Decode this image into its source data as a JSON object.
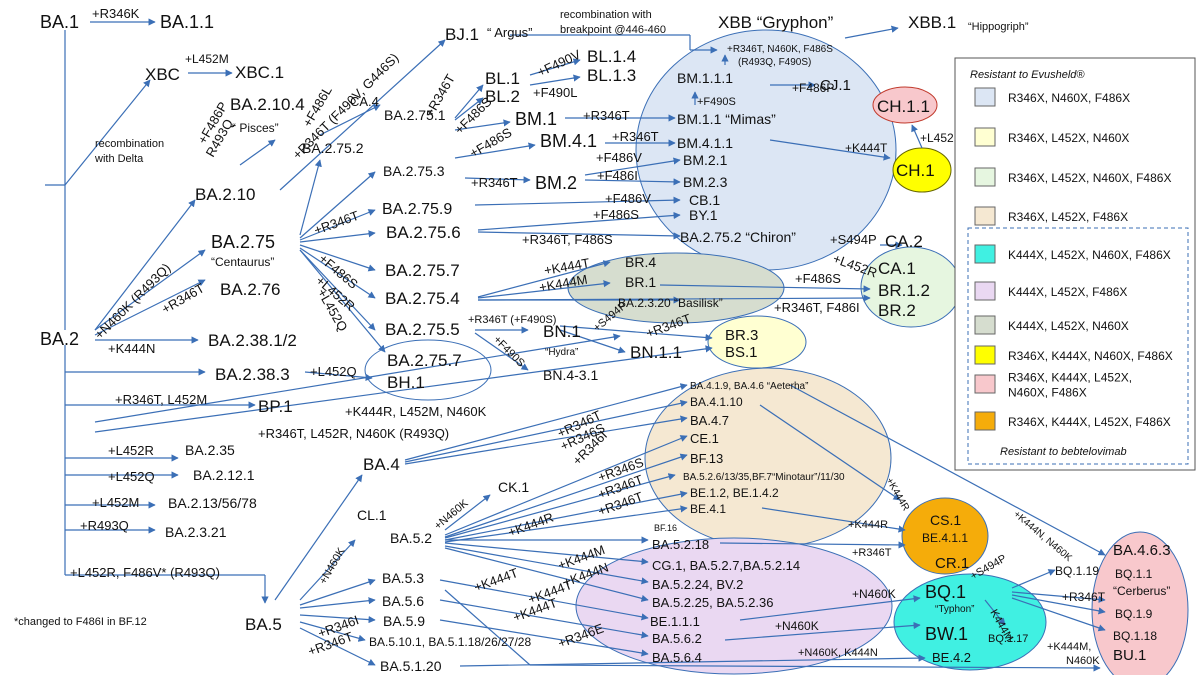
{
  "diagram": {
    "note": "*changed to F486I in BF.12",
    "legend": {
      "evusheld_title": "Resistant to Evusheld®",
      "bebtelovimab_title": "Resistant to bebtelovimab",
      "items": [
        {
          "label": [
            "R346X, N460X, F486X"
          ],
          "color": "#dce6f4"
        },
        {
          "label": [
            "R346X, L452X, N460X"
          ],
          "color": "#ffffd2"
        },
        {
          "label": [
            "R346X, L452X, N460X, F486X"
          ],
          "color": "#e6f6e0"
        },
        {
          "label": [
            "R346X, L452X, F486X"
          ],
          "color": "#f5e8d2"
        },
        {
          "label": [
            "K444X, L452X, N460X, F486X"
          ],
          "color": "#40f0e2"
        },
        {
          "label": [
            "K444X, L452X, F486X"
          ],
          "color": "#ead8f2"
        },
        {
          "label": [
            "K444X, L452X, N460X"
          ],
          "color": "#d6ddcf"
        },
        {
          "label": [
            "R346X, K444X, N460X, F486X"
          ],
          "color": "#ffff00"
        },
        {
          "label": [
            "R346X, K444X, L452X,",
            "N460X, F486X"
          ],
          "color": "#f8c8cc"
        },
        {
          "label": [
            "R346X, K444X, L452X, F486X"
          ],
          "color": "#f5ac0a"
        }
      ]
    },
    "labels": [
      {
        "text": "BA.1",
        "fs": 18
      },
      {
        "text": "+R346K",
        "fs": 13
      },
      {
        "text": "BA.1.1",
        "fs": 18
      },
      {
        "text": "XBC",
        "fs": 17
      },
      {
        "text": "+L452M",
        "fs": 12
      },
      {
        "text": "XBC.1",
        "fs": 17
      },
      {
        "text": "recombination",
        "fs": 11
      },
      {
        "text": "with Delta",
        "fs": 11
      },
      {
        "text": "BA.2.10.4",
        "fs": 17
      },
      {
        "text": "“ Pisces”",
        "fs": 12
      },
      {
        "text": "+F486P",
        "fs": 13
      },
      {
        "text": "R493Q",
        "fs": 13
      },
      {
        "text": "BA.2.10",
        "fs": 17
      },
      {
        "text": "BJ.1",
        "fs": 17
      },
      {
        "text": "“ Argus”",
        "fs": 13
      },
      {
        "text": "+R346T (F490V, G446S)",
        "fs": 13
      },
      {
        "text": "recombination with",
        "fs": 11
      },
      {
        "text": "breakpoint @446-460",
        "fs": 11
      },
      {
        "text": "XBB “Gryphon”",
        "fs": 17
      },
      {
        "text": "XBB.1",
        "fs": 17
      },
      {
        "text": "“Hippogriph”",
        "fs": 11
      },
      {
        "text": "+R346T, N460K, F486S",
        "fs": 10
      },
      {
        "text": "(R493Q, F490S)",
        "fs": 10
      },
      {
        "text": "+F486L",
        "fs": 13
      },
      {
        "text": "CA.4",
        "fs": 13
      },
      {
        "text": "BA.2.75.2",
        "fs": 14
      },
      {
        "text": "+R346T",
        "fs": 13
      },
      {
        "text": "BL.1",
        "fs": 17
      },
      {
        "text": "BL.2",
        "fs": 17
      },
      {
        "text": "+F490V",
        "fs": 13
      },
      {
        "text": "BL.1.4",
        "fs": 17
      },
      {
        "text": "BL.1.3",
        "fs": 17
      },
      {
        "text": "+F490L",
        "fs": 13
      },
      {
        "text": "BM.1.1.1",
        "fs": 14
      },
      {
        "text": "+F486P",
        "fs": 12
      },
      {
        "text": "CJ.1",
        "fs": 15
      },
      {
        "text": "+F490S",
        "fs": 11
      },
      {
        "text": "BA.2.75.1",
        "fs": 14
      },
      {
        "text": "+F486S",
        "fs": 13
      },
      {
        "text": "BM.1",
        "fs": 18
      },
      {
        "text": "+R346T",
        "fs": 13
      },
      {
        "text": "BM.1.1 “Mimas”",
        "fs": 14
      },
      {
        "text": "+F486S",
        "fs": 13
      },
      {
        "text": "BM.4.1",
        "fs": 18
      },
      {
        "text": "+R346T",
        "fs": 13
      },
      {
        "text": "BM.4.1.1",
        "fs": 14
      },
      {
        "text": "+K444T",
        "fs": 12
      },
      {
        "text": "CH.1.1",
        "fs": 17
      },
      {
        "text": "+L452R",
        "fs": 12
      },
      {
        "text": "CH.1",
        "fs": 17
      },
      {
        "text": "BA.2.75.3",
        "fs": 14
      },
      {
        "text": "+F486V",
        "fs": 13
      },
      {
        "text": "BM.2.1",
        "fs": 14
      },
      {
        "text": "+R346T",
        "fs": 13
      },
      {
        "text": "BM.2",
        "fs": 18
      },
      {
        "text": "+F486I",
        "fs": 13
      },
      {
        "text": "BM.2.3",
        "fs": 14
      },
      {
        "text": "BA.2.75.9",
        "fs": 16
      },
      {
        "text": "+F486V",
        "fs": 13
      },
      {
        "text": "CB.1",
        "fs": 14
      },
      {
        "text": "+F486S",
        "fs": 13
      },
      {
        "text": "BY.1",
        "fs": 14
      },
      {
        "text": "+R346T",
        "fs": 13
      },
      {
        "text": "BA.2.75.6",
        "fs": 17
      },
      {
        "text": "+R346T, F486S",
        "fs": 13
      },
      {
        "text": "BA.2.75.2 “Chiron”",
        "fs": 14
      },
      {
        "text": "BA.2.75",
        "fs": 18
      },
      {
        "text": "“Centaurus”",
        "fs": 12
      },
      {
        "text": "+F486S",
        "fs": 13
      },
      {
        "text": "BA.2.75.7",
        "fs": 17
      },
      {
        "text": "+L452R",
        "fs": 13
      },
      {
        "text": "BA.2.75.4",
        "fs": 17
      },
      {
        "text": "+L452Q",
        "fs": 13
      },
      {
        "text": "BA.2.75.5",
        "fs": 17
      },
      {
        "text": "BA.2.75.7",
        "fs": 17
      },
      {
        "text": "BH.1",
        "fs": 17
      },
      {
        "text": "+K444T",
        "fs": 13
      },
      {
        "text": "BR.4",
        "fs": 14
      },
      {
        "text": "+K444M",
        "fs": 13
      },
      {
        "text": "BR.1",
        "fs": 14
      },
      {
        "text": "BA.2.3.20 “Basilisk”",
        "fs": 12
      },
      {
        "text": "+F486S",
        "fs": 13
      },
      {
        "text": "+R346T, F486I",
        "fs": 13
      },
      {
        "text": "+S494P",
        "fs": 13
      },
      {
        "text": "CA.2",
        "fs": 17
      },
      {
        "text": "+L452R",
        "fs": 13
      },
      {
        "text": "CA.1",
        "fs": 17
      },
      {
        "text": "BR.1.2",
        "fs": 17
      },
      {
        "text": "BR.2",
        "fs": 17
      },
      {
        "text": "+R346T (+F490S)",
        "fs": 11
      },
      {
        "text": "BN.1",
        "fs": 17
      },
      {
        "text": "+S494P",
        "fs": 11
      },
      {
        "text": "+R346T",
        "fs": 13
      },
      {
        "text": "BR.3",
        "fs": 15
      },
      {
        "text": "BS.1",
        "fs": 15
      },
      {
        "text": "“Hydra”",
        "fs": 10
      },
      {
        "text": "+F490S",
        "fs": 11
      },
      {
        "text": "BN.1.1",
        "fs": 17
      },
      {
        "text": "BN.4-3.1",
        "fs": 14
      },
      {
        "text": "+N460K (R493Q)",
        "fs": 13
      },
      {
        "text": "+R346T",
        "fs": 13
      },
      {
        "text": "BA.2.76",
        "fs": 17
      },
      {
        "text": "BA.2",
        "fs": 18
      },
      {
        "text": "+K444N",
        "fs": 13
      },
      {
        "text": "BA.2.38.1/2",
        "fs": 17
      },
      {
        "text": "BA.2.38.3",
        "fs": 17
      },
      {
        "text": "+L452Q",
        "fs": 13
      },
      {
        "text": "+R346T, L452M",
        "fs": 13
      },
      {
        "text": "BP.1",
        "fs": 17
      },
      {
        "text": "+K444R, L452M, N460K",
        "fs": 13
      },
      {
        "text": "+R346T, L452R, N460K (R493Q)",
        "fs": 13
      },
      {
        "text": "BA.4.1.9, BA.4.6 “Aeterha”",
        "fs": 10
      },
      {
        "text": "BA.4.1.10",
        "fs": 12
      },
      {
        "text": "BA.4.7",
        "fs": 13
      },
      {
        "text": "+R346T",
        "fs": 13
      },
      {
        "text": "+R346S",
        "fs": 13
      },
      {
        "text": "CE.1",
        "fs": 13
      },
      {
        "text": "+R346I",
        "fs": 13
      },
      {
        "text": "BF.13",
        "fs": 13
      },
      {
        "text": "+R346S",
        "fs": 13
      },
      {
        "text": "BA.5.2.6/13/35,BF.7“Minotaur”/11/30",
        "fs": 10
      },
      {
        "text": "+R346T",
        "fs": 13
      },
      {
        "text": "BE.1.2, BE.1.4.2",
        "fs": 12
      },
      {
        "text": "+R346T",
        "fs": 13
      },
      {
        "text": "BE.4.1",
        "fs": 12
      },
      {
        "text": "BA.4",
        "fs": 17
      },
      {
        "text": "+L452R",
        "fs": 13
      },
      {
        "text": "BA.2.35",
        "fs": 14
      },
      {
        "text": "+L452Q",
        "fs": 13
      },
      {
        "text": "BA.2.12.1",
        "fs": 14
      },
      {
        "text": "+L452M",
        "fs": 13
      },
      {
        "text": "BA.2.13/56/78",
        "fs": 14
      },
      {
        "text": "+R493Q",
        "fs": 13
      },
      {
        "text": "BA.2.3.21",
        "fs": 14
      },
      {
        "text": "+L452R, F486V* (R493Q)",
        "fs": 13
      },
      {
        "text": "CK.1",
        "fs": 14
      },
      {
        "text": "CL.1",
        "fs": 14
      },
      {
        "text": "+N460K",
        "fs": 11
      },
      {
        "text": "BA.5.2",
        "fs": 14
      },
      {
        "text": "+N460K",
        "fs": 11
      },
      {
        "text": "+K444R",
        "fs": 13
      },
      {
        "text": "BF.16",
        "fs": 9
      },
      {
        "text": "BA.5.2.18",
        "fs": 13
      },
      {
        "text": "+K444M",
        "fs": 13
      },
      {
        "text": "CG.1, BA.5.2.7,BA.5.2.14",
        "fs": 13
      },
      {
        "text": "+K444N",
        "fs": 13
      },
      {
        "text": "BA.5.2.24, BV.2",
        "fs": 13
      },
      {
        "text": "+K444T",
        "fs": 13
      },
      {
        "text": "BA.5.3",
        "fs": 14
      },
      {
        "text": "+K444T",
        "fs": 13
      },
      {
        "text": "BA.5.2.25, BA.5.2.36",
        "fs": 13
      },
      {
        "text": "BA.5.6",
        "fs": 14
      },
      {
        "text": "BE.1.1.1",
        "fs": 13
      },
      {
        "text": "+K444T",
        "fs": 13
      },
      {
        "text": "BA.5.9",
        "fs": 14
      },
      {
        "text": "BA.5.6.2",
        "fs": 13
      },
      {
        "text": "+R346E",
        "fs": 13
      },
      {
        "text": "BA.5.10.1, BA.5.1.18/26/27/28",
        "fs": 12
      },
      {
        "text": "BA.5.6.4",
        "fs": 13
      },
      {
        "text": "BA.5",
        "fs": 17
      },
      {
        "text": "+R346I",
        "fs": 13
      },
      {
        "text": "+R346T",
        "fs": 13
      },
      {
        "text": "BA.5.1.20",
        "fs": 14
      },
      {
        "text": "+K444R",
        "fs": 10
      },
      {
        "text": "+K444R",
        "fs": 11
      },
      {
        "text": "CS.1",
        "fs": 14
      },
      {
        "text": "BE.4.1.1",
        "fs": 12
      },
      {
        "text": "+R346T",
        "fs": 11
      },
      {
        "text": "CR.1",
        "fs": 15
      },
      {
        "text": "+N460K",
        "fs": 12
      },
      {
        "text": "BQ.1",
        "fs": 18
      },
      {
        "text": "“Typhon”",
        "fs": 10
      },
      {
        "text": "+S494P",
        "fs": 11
      },
      {
        "text": "BQ.1.19",
        "fs": 12
      },
      {
        "text": "+N460K",
        "fs": 12
      },
      {
        "text": "BW.1",
        "fs": 18
      },
      {
        "text": "K444M",
        "fs": 11
      },
      {
        "text": "BQ.1.17",
        "fs": 11
      },
      {
        "text": "+N460K, K444N",
        "fs": 11
      },
      {
        "text": "BE.4.2",
        "fs": 13
      },
      {
        "text": "+K444N, N460K",
        "fs": 10
      },
      {
        "text": "+R346T",
        "fs": 12
      },
      {
        "text": "BA.4.6.3",
        "fs": 15
      },
      {
        "text": "BQ.1.1",
        "fs": 12
      },
      {
        "text": "“Cerberus”",
        "fs": 12
      },
      {
        "text": "BQ.1.9",
        "fs": 12
      },
      {
        "text": "BQ.1.18",
        "fs": 12
      },
      {
        "text": "+K444M,",
        "fs": 11
      },
      {
        "text": "N460K",
        "fs": 11
      },
      {
        "text": "BU.1",
        "fs": 15
      }
    ]
  }
}
